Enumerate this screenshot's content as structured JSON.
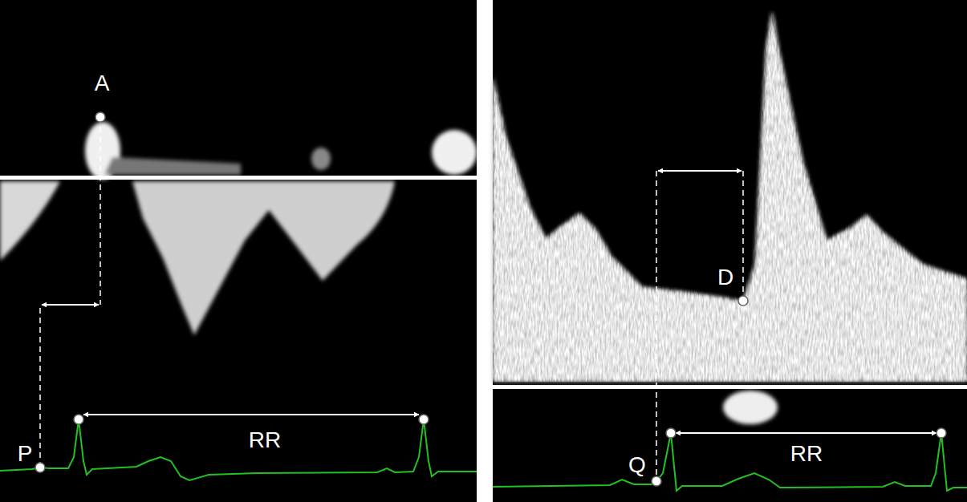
{
  "diagram": {
    "labels": [
      "A",
      "P",
      "RR",
      "D",
      "Q",
      "RR"
    ]
  }
}
